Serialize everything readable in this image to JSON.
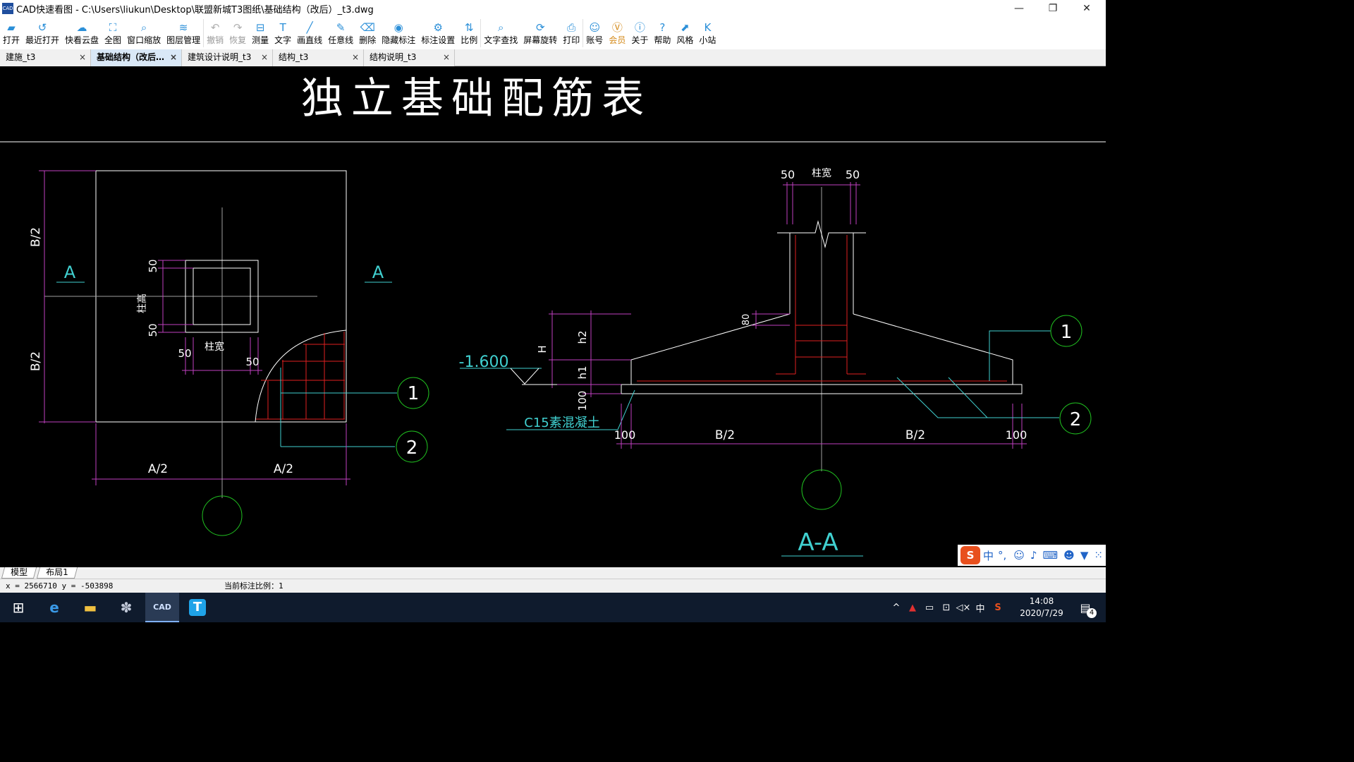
{
  "window": {
    "app_icon_text": "CAD",
    "title": "CAD快速看图 - C:\\Users\\liukun\\Desktop\\联盟新城T3图纸\\基础结构（改后）_t3.dwg",
    "minimize": "—",
    "maximize": "❐",
    "close": "✕"
  },
  "toolbar": [
    {
      "id": "open",
      "label": "打开",
      "icon": "folder-icon",
      "glyph": "▰",
      "disabled": false
    },
    {
      "id": "recent",
      "label": "最近打开",
      "icon": "history-icon",
      "glyph": "↺",
      "disabled": false
    },
    {
      "id": "cloud",
      "label": "快看云盘",
      "icon": "cloud-icon",
      "glyph": "☁",
      "disabled": false
    },
    {
      "id": "fullview",
      "label": "全图",
      "icon": "fullview-icon",
      "glyph": "⛶",
      "disabled": false
    },
    {
      "id": "window-zoom",
      "label": "窗口缩放",
      "icon": "zoom-window-icon",
      "glyph": "⌕",
      "disabled": false
    },
    {
      "id": "layers",
      "label": "图层管理",
      "icon": "layers-icon",
      "glyph": "≋",
      "disabled": false
    },
    {
      "id": "undo",
      "label": "撤销",
      "icon": "undo-icon",
      "glyph": "↶",
      "disabled": true
    },
    {
      "id": "redo",
      "label": "恢复",
      "icon": "redo-icon",
      "glyph": "↷",
      "disabled": true
    },
    {
      "id": "measure",
      "label": "测量",
      "icon": "ruler-icon",
      "glyph": "⊟",
      "disabled": false
    },
    {
      "id": "text",
      "label": "文字",
      "icon": "text-icon",
      "glyph": "T",
      "disabled": false
    },
    {
      "id": "line",
      "label": "画直线",
      "icon": "line-icon",
      "glyph": "╱",
      "disabled": false
    },
    {
      "id": "freeline",
      "label": "任意线",
      "icon": "pencil-icon",
      "glyph": "✎",
      "disabled": false
    },
    {
      "id": "delete",
      "label": "删除",
      "icon": "eraser-icon",
      "glyph": "⌫",
      "disabled": false
    },
    {
      "id": "hide-annot",
      "label": "隐藏标注",
      "icon": "eye-icon",
      "glyph": "◉",
      "disabled": false
    },
    {
      "id": "annot-settings",
      "label": "标注设置",
      "icon": "settings-icon",
      "glyph": "⚙",
      "disabled": false
    },
    {
      "id": "scale",
      "label": "比例",
      "icon": "scale-icon",
      "glyph": "⇅",
      "disabled": false
    },
    {
      "id": "find-text",
      "label": "文字查找",
      "icon": "find-text-icon",
      "glyph": "⌕",
      "disabled": false
    },
    {
      "id": "rotate",
      "label": "屏幕旋转",
      "icon": "rotate-icon",
      "glyph": "⟳",
      "disabled": false
    },
    {
      "id": "print",
      "label": "打印",
      "icon": "printer-icon",
      "glyph": "⎙",
      "disabled": false
    },
    {
      "id": "account",
      "label": "账号",
      "icon": "user-icon",
      "glyph": "☺",
      "disabled": false
    },
    {
      "id": "vip",
      "label": "会员",
      "icon": "vip-icon",
      "glyph": "Ⓥ",
      "disabled": false,
      "vip": true
    },
    {
      "id": "about",
      "label": "关于",
      "icon": "info-icon",
      "glyph": "ⓘ",
      "disabled": false
    },
    {
      "id": "help",
      "label": "帮助",
      "icon": "help-icon",
      "glyph": "?",
      "disabled": false
    },
    {
      "id": "style",
      "label": "风格",
      "icon": "style-icon",
      "glyph": "⬈",
      "disabled": false
    },
    {
      "id": "station",
      "label": "小站",
      "icon": "station-icon",
      "glyph": "K",
      "disabled": false
    }
  ],
  "tabs": [
    {
      "label": "建施_t3",
      "active": false
    },
    {
      "label": "基础结构（改后…",
      "active": true
    },
    {
      "label": "建筑设计说明_t3",
      "active": false
    },
    {
      "label": "结构_t3",
      "active": false
    },
    {
      "label": "结构说明_t3",
      "active": false
    }
  ],
  "tab_close": "×",
  "drawing": {
    "title": "独 立 基 础 配 筋 表",
    "section_mark": "A",
    "dim_b_half": "B/2",
    "dim_a_half": "A/2",
    "dim_50": "50",
    "dim_100": "100",
    "dim_80": "80",
    "col_width": "柱宽",
    "col_height": "柱高",
    "label_h": "H",
    "label_h1": "h1",
    "label_h2": "h2",
    "elevation": "-1.600",
    "concrete": "C15素混凝土",
    "callout_1": "1",
    "callout_2": "2",
    "section_title": "A-A"
  },
  "colors": {
    "dim": "#c040c0",
    "line": "#ffffff",
    "rebar": "#e02020",
    "callout": "#20c020",
    "text_cyan": "#40d0d0",
    "axis": "#a0a0a0"
  },
  "layout_tabs": [
    "模型",
    "布局1"
  ],
  "status": {
    "coords": "x = 2566710  y = -503898",
    "scale_text": "当前标注比例：1"
  },
  "ime": {
    "lang": "中",
    "punct": "°,"
  },
  "taskbar": {
    "apps": [
      {
        "name": "windows-start-icon",
        "glyph": "⊞"
      },
      {
        "name": "edge-icon",
        "glyph": "e"
      },
      {
        "name": "file-explorer-icon",
        "glyph": "▬"
      },
      {
        "name": "app-fan-icon",
        "glyph": "✽"
      },
      {
        "name": "cad-app-icon",
        "glyph": "CAD"
      },
      {
        "name": "t-app-icon",
        "glyph": "T"
      }
    ],
    "tray_lang": "中",
    "time": "14:08",
    "date": "2020/7/29",
    "notifications": "4"
  }
}
